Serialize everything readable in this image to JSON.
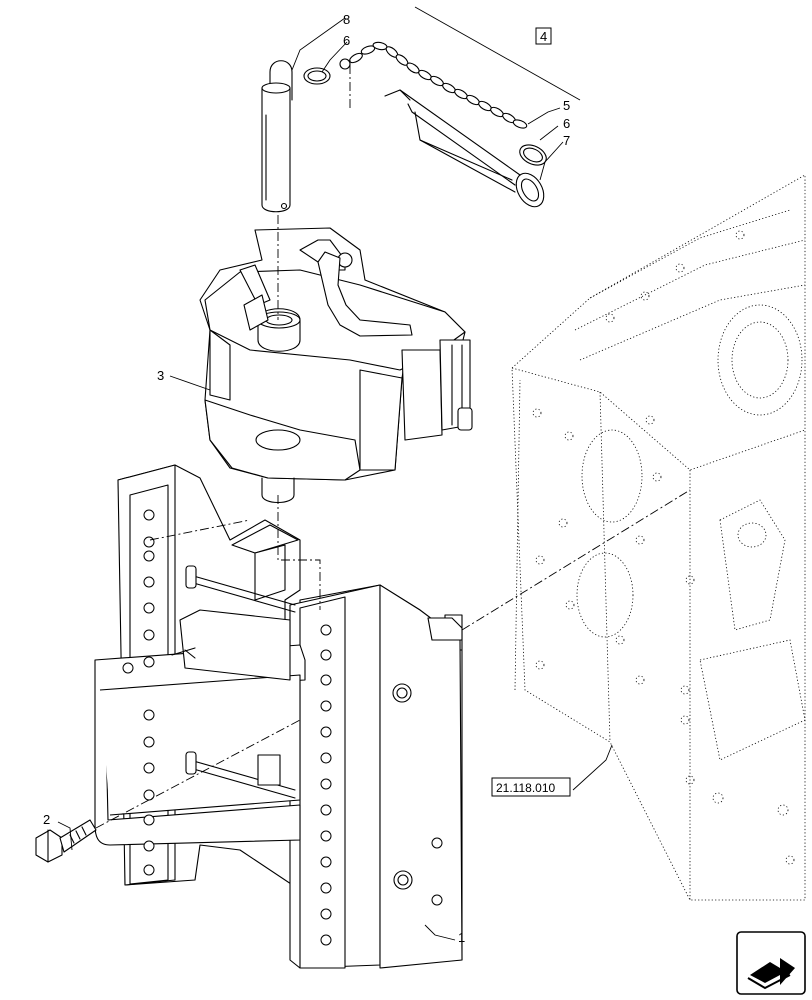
{
  "callouts": {
    "c1": "1",
    "c2": "2",
    "c3": "3",
    "c4": "4",
    "c5": "5",
    "c6a": "6",
    "c6b": "6",
    "c7": "7",
    "c8": "8"
  },
  "reference": "21.118.010",
  "icons": {
    "nav": "navigation-arrow-icon"
  }
}
